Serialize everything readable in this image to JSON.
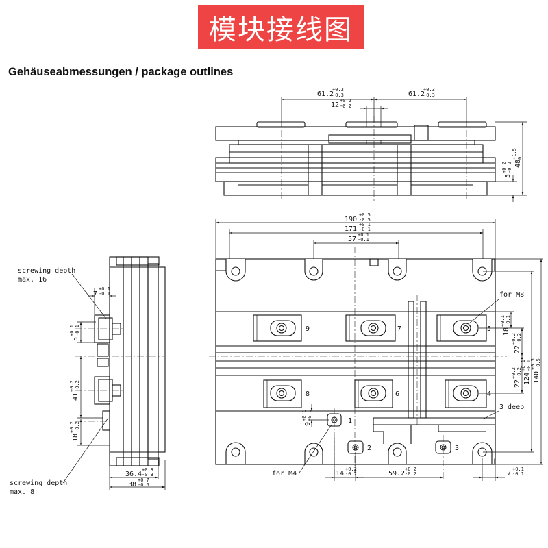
{
  "banner": {
    "title": "模块接线图",
    "bg_color": "#ee4444"
  },
  "heading": "Gehäuseabmessungen / package outlines",
  "top_view": {
    "dim_left": "61.2",
    "dim_left_tol_up": "+0.3",
    "dim_left_tol_dn": "-0.3",
    "dim_right": "61.2",
    "dim_right_tol_up": "+0.3",
    "dim_right_tol_dn": "-0.3",
    "dim_mid": "12",
    "dim_mid_tol_up": "+0.2",
    "dim_mid_tol_dn": "-0.2",
    "dim_h1": "48",
    "dim_h1_tol_up": "+1.5",
    "dim_h1_tol_dn": "0",
    "dim_h2": "5",
    "dim_h2_tol_up": "+0.2",
    "dim_h2_tol_dn": "-0.2"
  },
  "side_view": {
    "screw_top_line1": "screwing depth",
    "screw_top_line2": "max. 16",
    "screw_bot_line1": "screwing depth",
    "screw_bot_line2": "max. 8",
    "dim_7": "7",
    "dim_7_tol_up": "+0.1",
    "dim_7_tol_dn": "-0.1",
    "dim_5": "5",
    "dim_5_tol_up": "+0.1",
    "dim_5_tol_dn": "-0.1",
    "dim_41": "41",
    "dim_41_tol_up": "+0.2",
    "dim_41_tol_dn": "-0.2",
    "dim_18": "18",
    "dim_18_tol_up": "+0.2",
    "dim_18_tol_dn": "-0.2",
    "dim_364": "36.4",
    "dim_364_tol_up": "+0.3",
    "dim_364_tol_dn": "-0.3",
    "dim_38": "38",
    "dim_38_tol_up": "+0.7",
    "dim_38_tol_dn": "-0.5"
  },
  "front_view": {
    "dim_190": "190",
    "dim_190_tol_up": "+0.5",
    "dim_190_tol_dn": "-0.5",
    "dim_171": "171",
    "dim_171_tol_up": "+0.1",
    "dim_171_tol_dn": "-0.1",
    "dim_57": "57",
    "dim_57_tol_up": "+0.1",
    "dim_57_tol_dn": "-0.1",
    "for_m8": "for M8",
    "for_m4": "for M4",
    "three_deep": "3 deep",
    "dim_18r": "18",
    "dim_18r_tol_up": "+0.1",
    "dim_18r_tol_dn": "-0.1",
    "dim_22a": "22",
    "dim_22a_tol_up": "+0.2",
    "dim_22a_tol_dn": "-0.2",
    "dim_22b": "22",
    "dim_22b_tol_up": "+0.2",
    "dim_22b_tol_dn": "-0.2",
    "dim_124": "124",
    "dim_124_tol_up": "+0.1",
    "dim_124_tol_dn": "-0.1",
    "dim_140": "140",
    "dim_140_tol_up": "+0.5",
    "dim_140_tol_dn": "-0.5",
    "dim_9": "9",
    "dim_9_tol_up": "+0.1",
    "dim_9_tol_dn": "-0.1",
    "dim_14": "14",
    "dim_14_tol_up": "+0.2",
    "dim_14_tol_dn": "-0.2",
    "dim_592": "59.2",
    "dim_592_tol_up": "+0.2",
    "dim_592_tol_dn": "-0.2",
    "dim_7b": "7",
    "dim_7b_tol_up": "+0.1",
    "dim_7b_tol_dn": "-0.1",
    "terminals": [
      "9",
      "7",
      "5",
      "8",
      "6",
      "4",
      "1",
      "2",
      "3"
    ]
  }
}
